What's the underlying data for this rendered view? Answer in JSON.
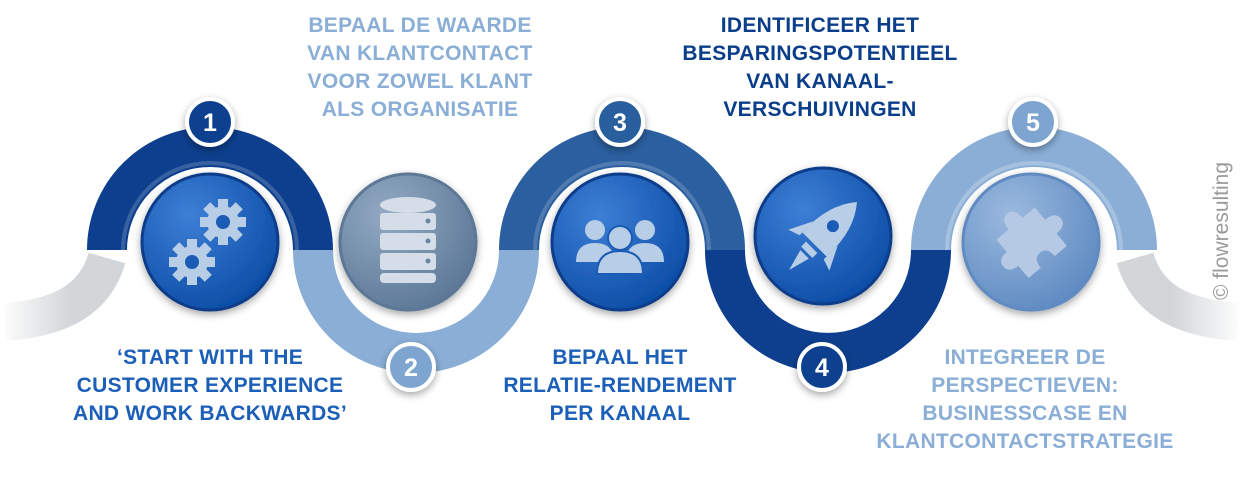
{
  "steps": [
    {
      "number": "1",
      "icon": "gears-icon",
      "label": "‘START WITH THE\nCUSTOMER EXPERIENCE\nAND WORK BACKWARDS’"
    },
    {
      "number": "2",
      "icon": "database-icon",
      "label": "BEPAAL DE WAARDE\nVAN KLANTCONTACT\nVOOR ZOWEL KLANT\nALS ORGANISATIE"
    },
    {
      "number": "3",
      "icon": "users-icon",
      "label": "BEPAAL HET\nRELATIE-RENDEMENT\nPER KANAAL"
    },
    {
      "number": "4",
      "icon": "rocket-icon",
      "label": "IDENTIFICEER HET\nBESPARINGSPOTENTIEEL\nVAN KANAAL-\nVERSCHUIVINGEN"
    },
    {
      "number": "5",
      "icon": "puzzle-icon",
      "label": "INTEGREER DE\nPERSPECTIEVEN:\nBUSINESSCASE EN\nKLANTCONTACTSTRATEGIE"
    }
  ],
  "copyright": "© flowresulting",
  "colors": {
    "dark": "#0a3d8a",
    "mid": "#1b5fb8",
    "light": "#8aaed6",
    "grey": "#d3d6d9"
  }
}
